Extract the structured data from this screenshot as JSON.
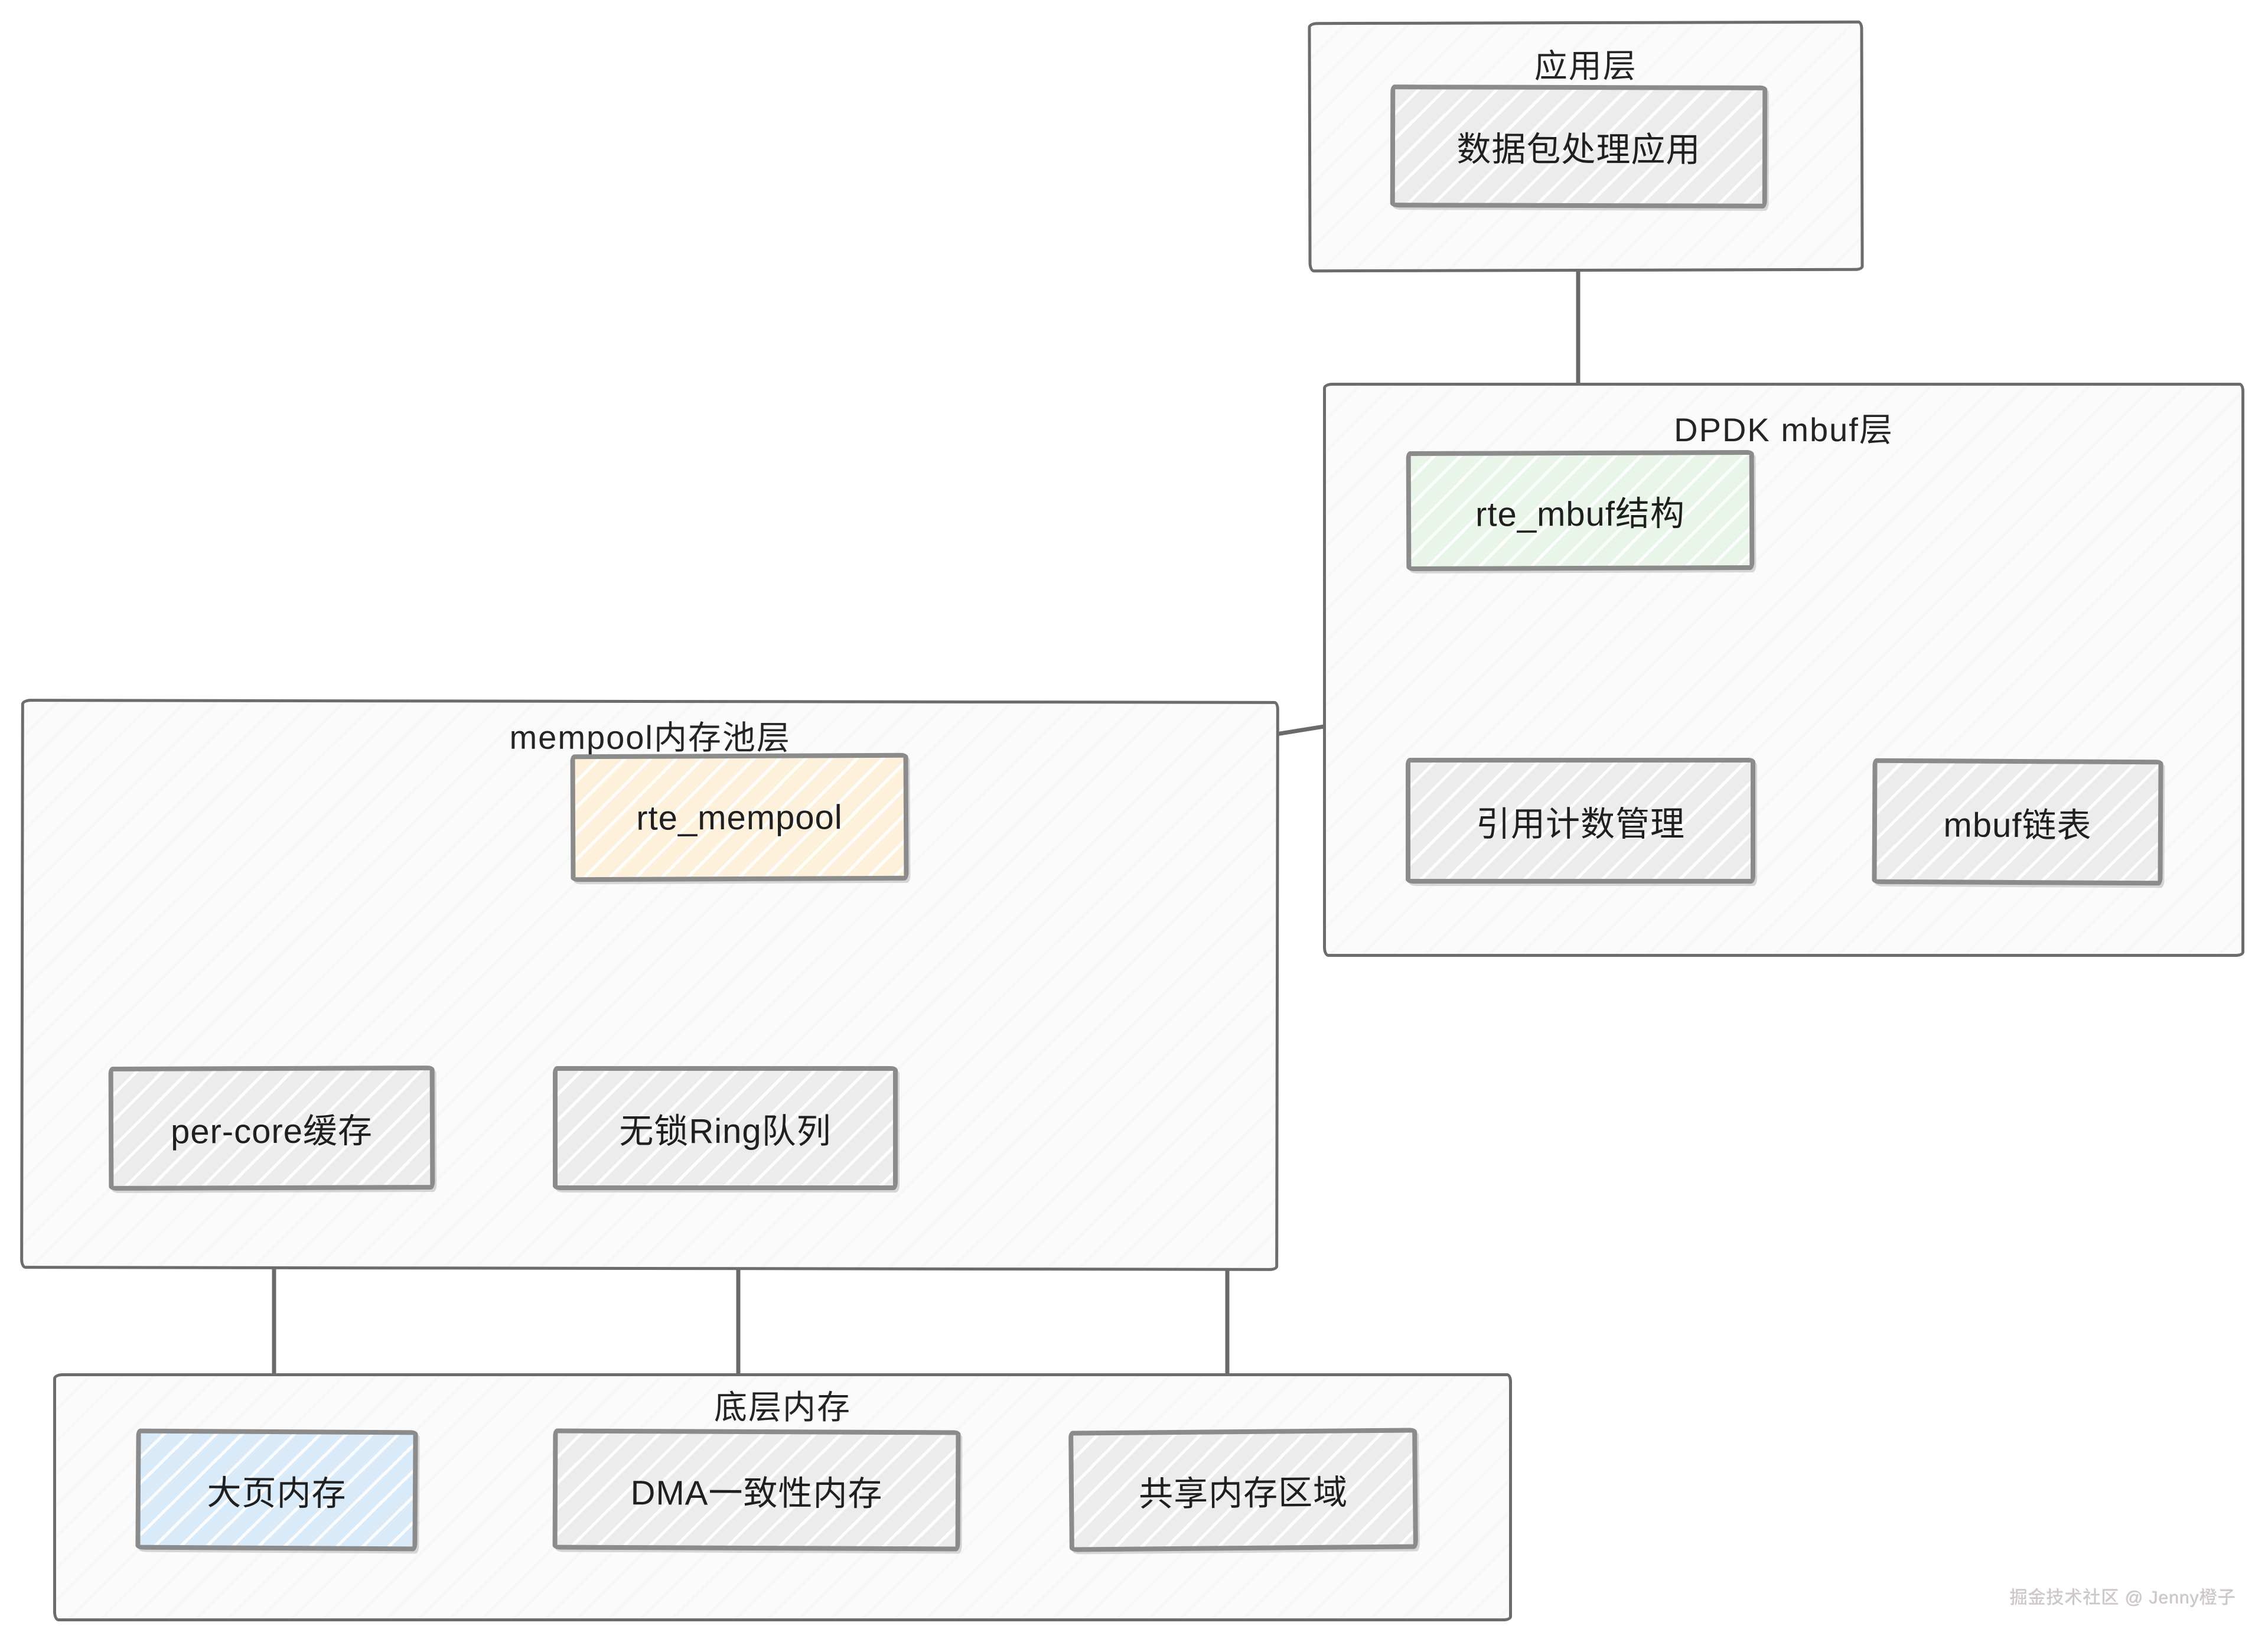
{
  "palette": {
    "node_gray": "#ececec",
    "node_green": "#e8f5e8",
    "node_peach": "#fdf1dc",
    "node_blue": "#d9eaf8",
    "node_border": "#8b8b8b",
    "group_border": "#6c6c6c",
    "connector": "#6a6a6a",
    "text": "#1f1f1f",
    "watermark": "#cdc6c6"
  },
  "groups": {
    "app": {
      "title": "应用层"
    },
    "mbuf": {
      "title": "DPDK mbuf层"
    },
    "mempool": {
      "title": "mempool内存池层"
    },
    "bottom": {
      "title": "底层内存"
    }
  },
  "nodes": {
    "packet_app": {
      "label": "数据包处理应用",
      "group": "app",
      "fill": "#ececec"
    },
    "rte_mbuf": {
      "label": "rte_mbuf结构",
      "group": "mbuf",
      "fill": "#e8f5e8"
    },
    "ref_count": {
      "label": "引用计数管理",
      "group": "mbuf",
      "fill": "#ececec"
    },
    "mbuf_list": {
      "label": "mbuf链表",
      "group": "mbuf",
      "fill": "#ececec"
    },
    "rte_mempool": {
      "label": "rte_mempool",
      "group": "mempool",
      "fill": "#fdf1dc"
    },
    "per_core_cache": {
      "label": "per-core缓存",
      "group": "mempool",
      "fill": "#ececec"
    },
    "ring_queue": {
      "label": "无锁Ring队列",
      "group": "mempool",
      "fill": "#ececec"
    },
    "hugepage": {
      "label": "大页内存",
      "group": "bottom",
      "fill": "#d9eaf8"
    },
    "dma_mem": {
      "label": "DMA一致性内存",
      "group": "bottom",
      "fill": "#ececec"
    },
    "shared_mem": {
      "label": "共享内存区域",
      "group": "bottom",
      "fill": "#ececec"
    }
  },
  "edges": [
    {
      "from": "packet_app",
      "to": "rte_mbuf"
    },
    {
      "from": "rte_mbuf",
      "to": "ref_count"
    },
    {
      "from": "rte_mbuf",
      "to": "mbuf_list"
    },
    {
      "from": "rte_mbuf",
      "to": "rte_mempool"
    },
    {
      "from": "rte_mempool",
      "to": "per_core_cache"
    },
    {
      "from": "rte_mempool",
      "to": "ring_queue"
    },
    {
      "from": "rte_mempool",
      "to": "shared_mem"
    },
    {
      "from": "per_core_cache",
      "to": "hugepage"
    },
    {
      "from": "ring_queue",
      "to": "dma_mem"
    }
  ],
  "watermark": {
    "text": "掘金技术社区 @ Jenny橙子"
  }
}
